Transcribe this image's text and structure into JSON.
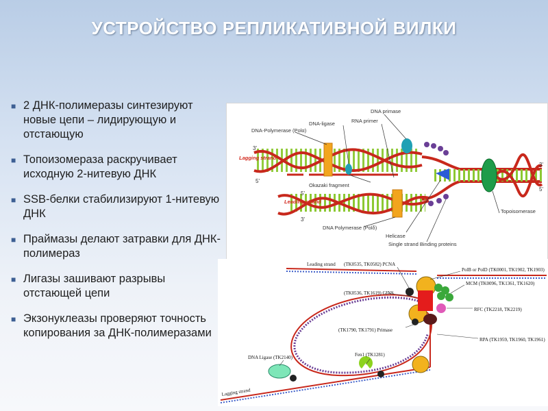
{
  "title": "УСТРОЙСТВО РЕПЛИКАТИВНОЙ ВИЛКИ",
  "bullets": [
    "2 ДНК-полимеразы синтезируют новые цепи – лидирующую и отстающую",
    "Топоизомераза раскручивает исходную 2-нитевую ДНК",
    "SSB-белки стабилизируют 1-нитевую ДНК",
    "Праймазы делают затравки для ДНК-полимераз",
    "Лигазы зашивают разрывы отстающей цепи",
    "Экзонуклеазы проверяют точность копирования за ДНК-полимеразами"
  ],
  "top_diagram": {
    "labels": {
      "dna_primase": "DNA primase",
      "dna_ligase": "DNA-ligase",
      "rna_primer": "RNA primer",
      "polymerase_alpha": "DNA-Polymerase (Polα)",
      "lagging_strand": "Lagging strand",
      "leading_strand": "Leading strand",
      "okazaki": "Okazaki fragment",
      "polymerase_delta": "DNA Polymerase (Polδ)",
      "helicase": "Helicase",
      "ssb": "Single strand Binding proteins",
      "topoisomerase": "Topoisomerase"
    },
    "ends": {
      "three": "3'",
      "five": "5'"
    }
  },
  "bottom_diagram": {
    "labels": {
      "leading_strand": "Leading strand",
      "pcna": "(TK0535, TK0582) PCNA",
      "polb_pold": "PolB or PolD (TK0001, TK1902, TK1903)",
      "mcm": "MCM (TK0096, TK1361, TK1620)",
      "gins": "(TK0536, TK1619) GINS",
      "rfc": "RFC (TK2218, TK2219)",
      "primase": "(TK1790, TK1791) Primase",
      "rpa": "RPA (TK1959, TK1960, TK1961)",
      "dna_ligase": "DNA Ligase (TK2140)",
      "fen1": "Fen1 (TK1281)",
      "lagging_strand": "Lagging strand"
    }
  },
  "colors": {
    "dna_red": "#c8281c",
    "rung_green": "#8cc832",
    "polymerase_orange": "#f2a51e",
    "helix_blue": "#3c5cc8",
    "loop_purple": "#6a3f96"
  }
}
